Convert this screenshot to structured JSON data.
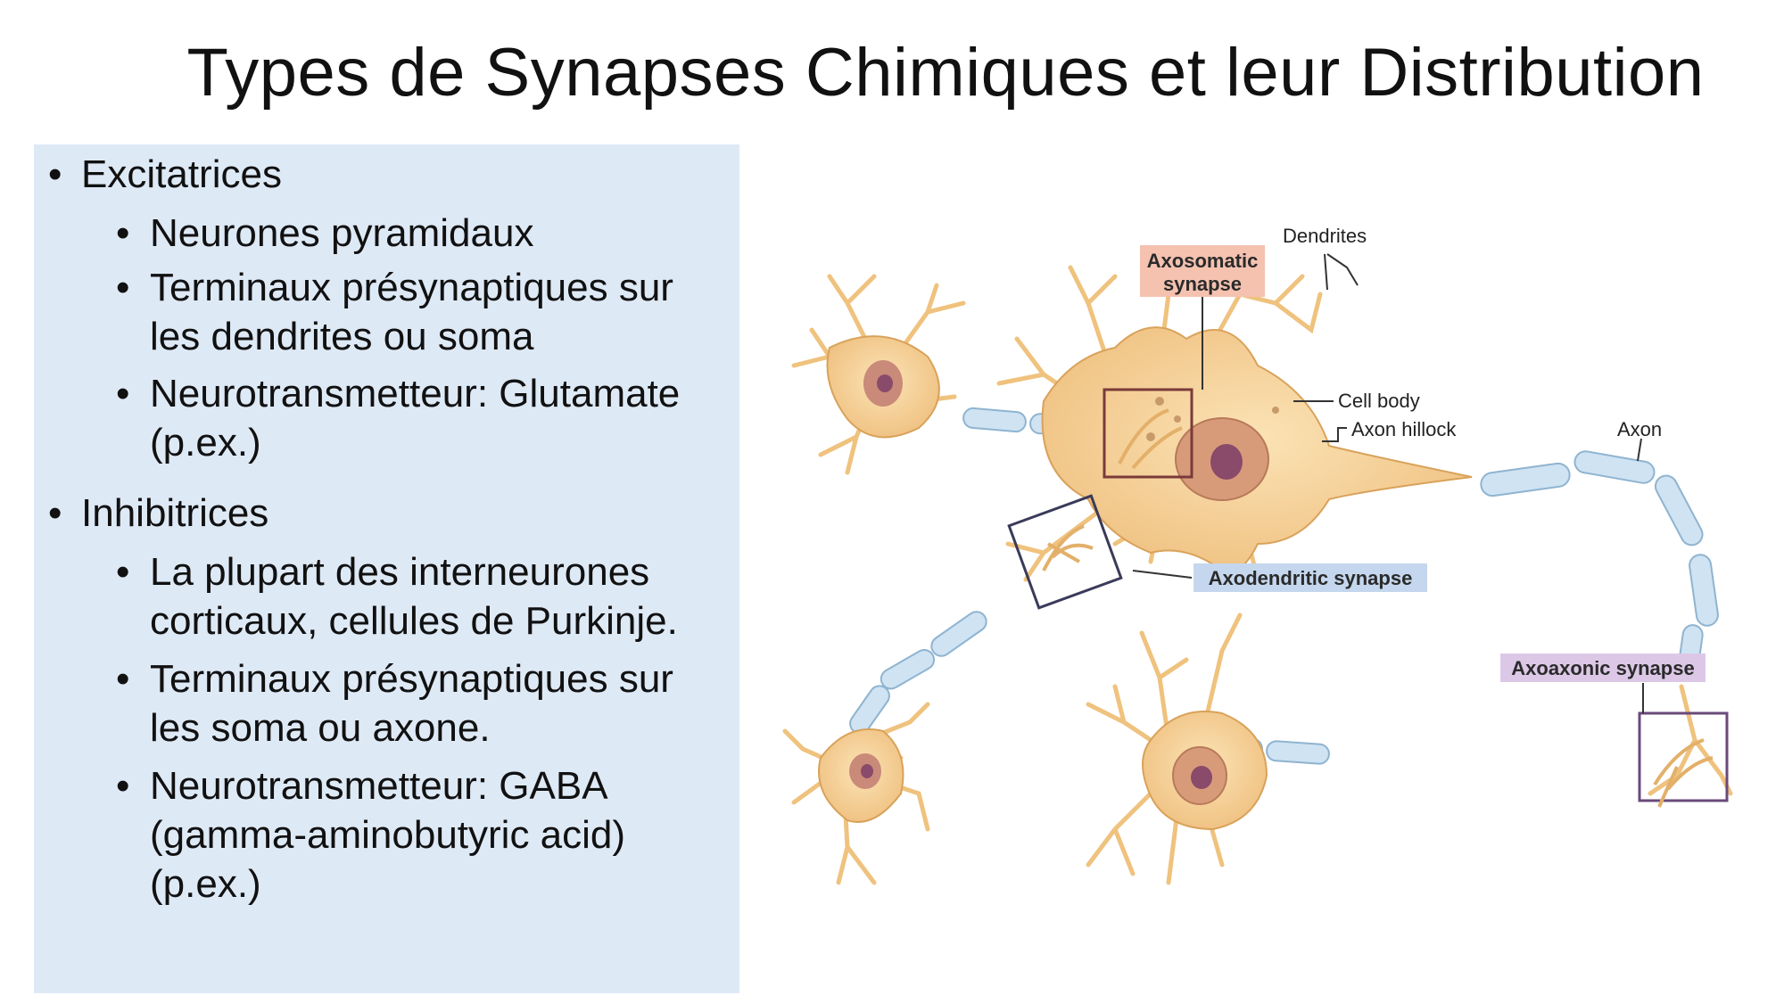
{
  "title": "Types de Synapses Chimiques et leur Distribution",
  "sections": [
    {
      "heading": "Excitatrices",
      "items": [
        "Neurones pyramidaux",
        "Terminaux présynaptiques sur\nles dendrites ou soma",
        "Neurotransmetteur: Glutamate\n(p.ex.)"
      ]
    },
    {
      "heading": "Inhibitrices",
      "items": [
        "La plupart des interneurones\ncorticaux, cellules de Purkinje.",
        "Terminaux présynaptiques sur\nles soma ou axone.",
        "Neurotransmetteur: GABA\n(gamma-aminobutyric acid)\n(p.ex.)"
      ]
    }
  ],
  "diagram": {
    "labels": {
      "dendrites": "Dendrites",
      "axosomatic_1": "Axosomatic",
      "axosomatic_2": "synapse",
      "cell_body": "Cell body",
      "axon_hillock": "Axon hillock",
      "axon": "Axon",
      "axodendritic": "Axodendritic synapse",
      "axoaxonic": "Axoaxonic synapse"
    },
    "colors": {
      "soma": "#f3cf95",
      "soma_stroke": "#d9a25a",
      "nucleus": "#c98a7a",
      "nucleolus": "#8a4a6a",
      "myelin": "#cfe3f3",
      "myelin_stroke": "#8fb4d0",
      "axosomatic_box": "#f5c2b0",
      "axodendritic_box": "#c5d7ee",
      "axoaxonic_box": "#dcc8e6"
    }
  }
}
